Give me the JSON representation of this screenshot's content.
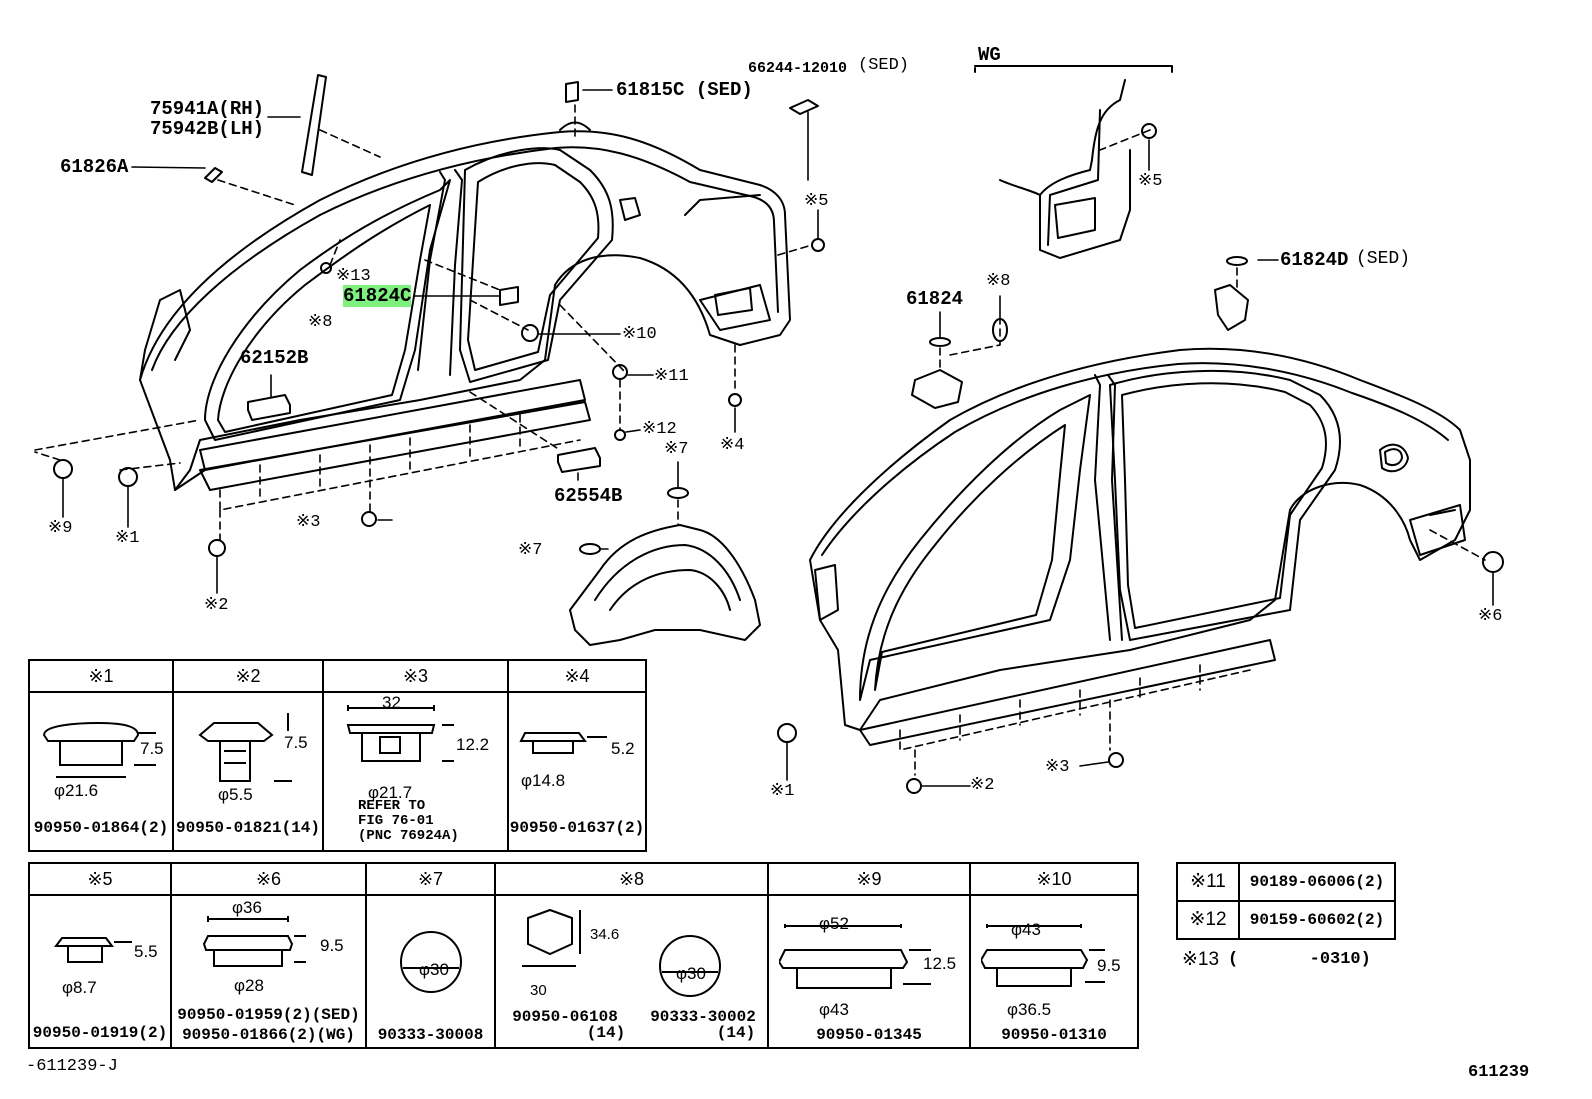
{
  "callouts": {
    "p75941a": "75941A(RH)",
    "p75942b": "75942B(LH)",
    "p61826a": "61826A",
    "p61815c": "61815C (SED)",
    "p66244": "66244-12010",
    "p66244_sed": "(SED)",
    "wg": "WG",
    "p61824c": "61824C",
    "p62152b": "62152B",
    "p62554b": "62554B",
    "p61824": "61824",
    "p61824d": "61824D",
    "p61824d_sed": "(SED)",
    "m13": "※13",
    "m8a": "※8",
    "m8b": "※8",
    "m10": "※10",
    "m11": "※11",
    "m12": "※12",
    "m7a": "※7",
    "m7b": "※7",
    "m5a": "※5",
    "m5b": "※5",
    "m4": "※4",
    "m9": "※9",
    "m1a": "※1",
    "m1b": "※1",
    "m2a": "※2",
    "m2b": "※2",
    "m3a": "※3",
    "m3b": "※3",
    "m6": "※6"
  },
  "table1": [
    {
      "key": "※1",
      "dims": [
        "7.5",
        "φ21.6"
      ],
      "part": "90950-01864(2)"
    },
    {
      "key": "※2",
      "dims": [
        "7.5",
        "φ5.5"
      ],
      "part": "90950-01821(14)"
    },
    {
      "key": "※3",
      "dims": [
        "32",
        "12.2",
        "φ21.7"
      ],
      "note": [
        "REFER TO",
        "FIG 76-01",
        "(PNC 76924A)"
      ]
    },
    {
      "key": "※4",
      "dims": [
        "5.2",
        "φ14.8"
      ],
      "part": "90950-01637(2)"
    }
  ],
  "table2": [
    {
      "key": "※5",
      "dims": [
        "5.5",
        "φ8.7"
      ],
      "part": "90950-01919(2)"
    },
    {
      "key": "※6",
      "dims": [
        "φ36",
        "9.5",
        "φ28"
      ],
      "part": "90950-01959(2)(SED)",
      "part2": "90950-01866(2)(WG)"
    },
    {
      "key": "※7",
      "dims": [
        "φ30"
      ],
      "part": "90333-30008"
    },
    {
      "key": "※8",
      "dims": [
        "34.6",
        "30",
        "φ30"
      ],
      "part": "90950-06108",
      "qty": "(14)",
      "part2": "90333-30002",
      "qty2": "(14)"
    },
    {
      "key": "※9",
      "dims": [
        "φ52",
        "12.5",
        "φ43"
      ],
      "part": "90950-01345"
    },
    {
      "key": "※10",
      "dims": [
        "φ43",
        "9.5",
        "φ36.5"
      ],
      "part": "90950-01310"
    }
  ],
  "table3": [
    {
      "key": "※11",
      "part": "90189-06006(2)"
    },
    {
      "key": "※12",
      "part": "90159-60602(2)"
    }
  ],
  "m13_note": {
    "key": "※13",
    "text": "(       -0310)"
  },
  "footer": {
    "left": "-611239-J",
    "right": "611239"
  }
}
